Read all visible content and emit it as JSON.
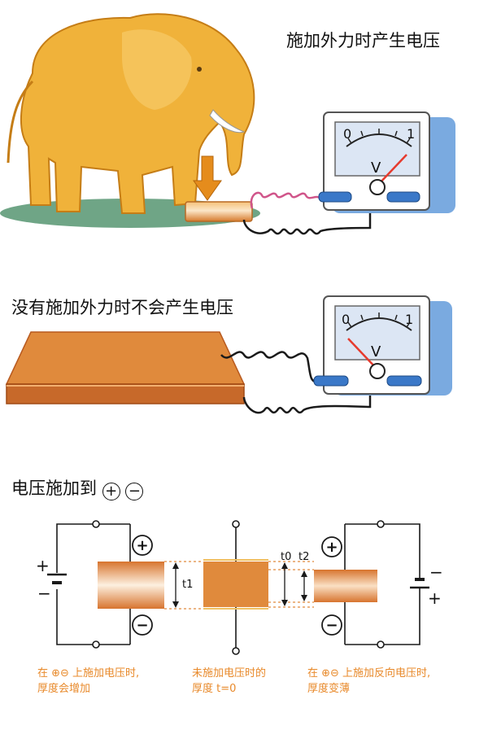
{
  "panel1": {
    "title": "施加外力时产生电压",
    "meter": {
      "min_label": "0",
      "max_label": "1",
      "unit": "V",
      "needle_level": 0.8
    }
  },
  "panel2": {
    "title": "没有施加外力时不会产生电压",
    "meter": {
      "min_label": "0",
      "max_label": "1",
      "unit": "V",
      "needle_level": 0.0
    }
  },
  "panel3": {
    "title": "电压施加到",
    "plus_sign": "+",
    "minus_sign": "−",
    "labels": {
      "t1": "t1",
      "t0": "t0",
      "t2": "t2"
    },
    "captions": {
      "left": [
        "在 ⊕⊖ 上施加电压时,",
        "厚度会增加"
      ],
      "middle": [
        "未施加电压时的",
        "厚度 t=0"
      ],
      "right": [
        "在 ⊕⊖ 上施加反向电压时,",
        "厚度变薄"
      ]
    }
  },
  "colors": {
    "elephant": "#f0b23a",
    "piezo": "#e08a3c",
    "plate_edge": "#b85a1f",
    "wire": "#1a1a1a",
    "coil": "#d0558a",
    "meter_face": "#dce6f4",
    "meter_frame": "#7aaae0",
    "needle": "#e63b2e",
    "caption": "#e8892a",
    "arrow": "#e58c1c"
  }
}
